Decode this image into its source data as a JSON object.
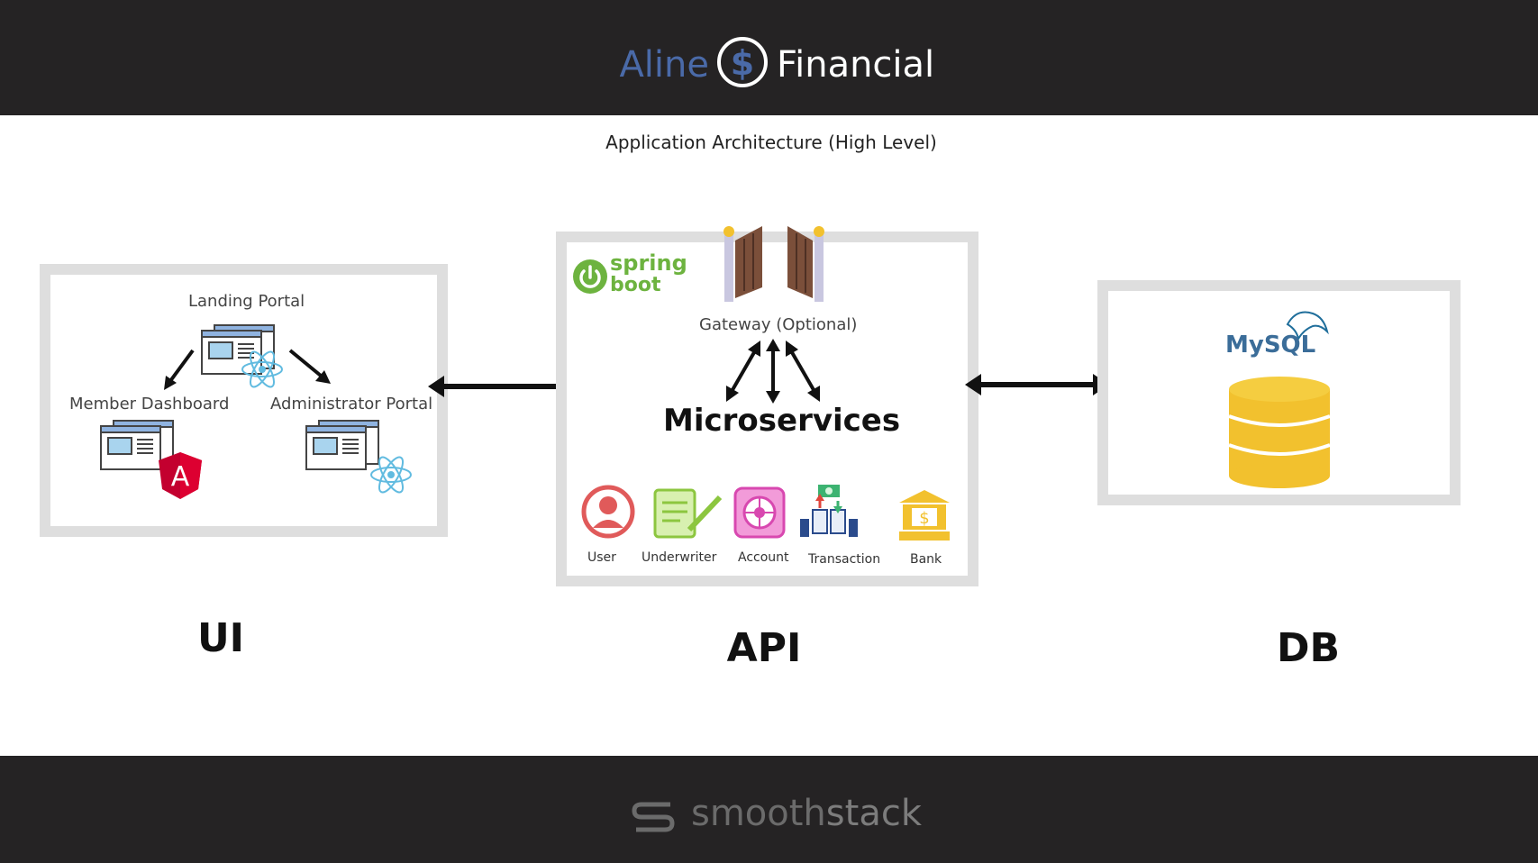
{
  "header": {
    "brand_left": "Aline",
    "brand_right": "Financial",
    "logo_icon": "dollar-circle-icon"
  },
  "subtitle": "Application Architecture (High Level)",
  "ui_panel": {
    "landing": "Landing Portal",
    "member": "Member Dashboard",
    "admin": "Administrator Portal",
    "section_label": "UI"
  },
  "api_panel": {
    "framework_top": "spring",
    "framework_bottom": "boot",
    "gateway": "Gateway (Optional)",
    "microservices": "Microservices",
    "services": [
      "User",
      "Underwriter",
      "Account",
      "Transaction",
      "Bank"
    ],
    "section_label": "API"
  },
  "db_panel": {
    "db_name": "MySQL",
    "section_label": "DB"
  },
  "footer": {
    "brand_a": "smooth",
    "brand_b": "stack"
  },
  "colors": {
    "header_bg": "#252324",
    "panel_border": "#dedede",
    "accent_blue": "#4a6aa8",
    "spring_green": "#6db33f",
    "db_yellow": "#f2c12e"
  }
}
